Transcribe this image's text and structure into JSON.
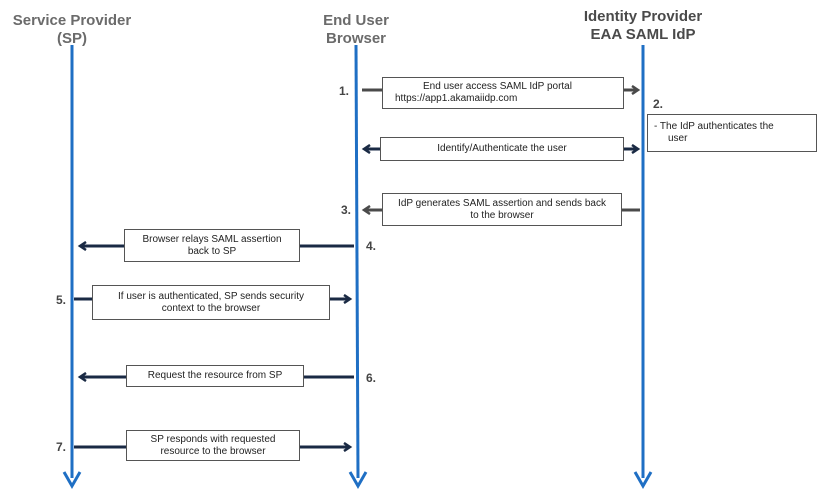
{
  "colors": {
    "lifeline": "#1f6fc4",
    "arrow_dark": "#1a2a44",
    "arrow_gray": "#4a4a4a",
    "header_text": "#6b6b6b"
  },
  "headers": {
    "sp": [
      "Service Provider",
      "(SP)"
    ],
    "browser": [
      "End User",
      "Browser"
    ],
    "idp": [
      "Identity Provider",
      "EAA SAML IdP"
    ]
  },
  "steps": [
    {
      "number": "1.",
      "lines": [
        "End user access SAML IdP portal",
        "https://app1.akamaiidp.com"
      ]
    },
    {
      "number": "2.",
      "lines": [
        "-  The IdP authenticates the",
        "user"
      ]
    },
    {
      "number": "",
      "lines": [
        "Identify/Authenticate the user"
      ]
    },
    {
      "number": "3.",
      "lines": [
        "IdP generates SAML assertion and sends back",
        "to the browser"
      ]
    },
    {
      "number": "4.",
      "lines": [
        "Browser relays SAML assertion",
        "back to SP"
      ]
    },
    {
      "number": "5.",
      "lines": [
        "If user is authenticated, SP sends security",
        "context to the browser"
      ]
    },
    {
      "number": "6.",
      "lines": [
        "Request the resource from SP"
      ]
    },
    {
      "number": "7.",
      "lines": [
        "SP responds with requested",
        "resource to the browser"
      ]
    }
  ]
}
